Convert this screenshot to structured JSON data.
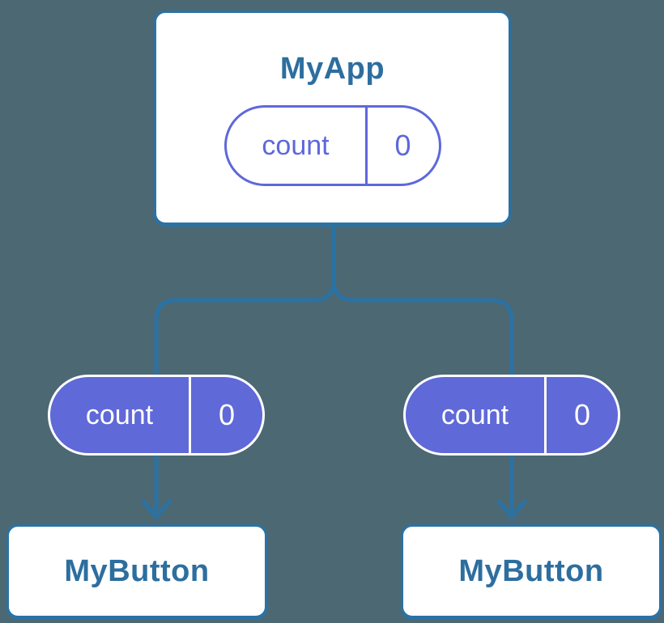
{
  "diagram": {
    "description": "component-tree-state-diagram",
    "colors": {
      "background": "#4C6873",
      "line": "#2B72A4",
      "node_border": "#2B72A4",
      "node_text": "#2D6E9F",
      "node_bg": "#FFFFFF",
      "state_pill_outline": "#5E68DA",
      "prop_pill_fill": "#5F69D8",
      "prop_pill_text": "#FFFFFF"
    },
    "root": {
      "title": "MyApp",
      "state": {
        "label": "count",
        "value": "0"
      }
    },
    "children": [
      {
        "title": "MyButton",
        "prop": {
          "label": "count",
          "value": "0"
        }
      },
      {
        "title": "MyButton",
        "prop": {
          "label": "count",
          "value": "0"
        }
      }
    ]
  }
}
